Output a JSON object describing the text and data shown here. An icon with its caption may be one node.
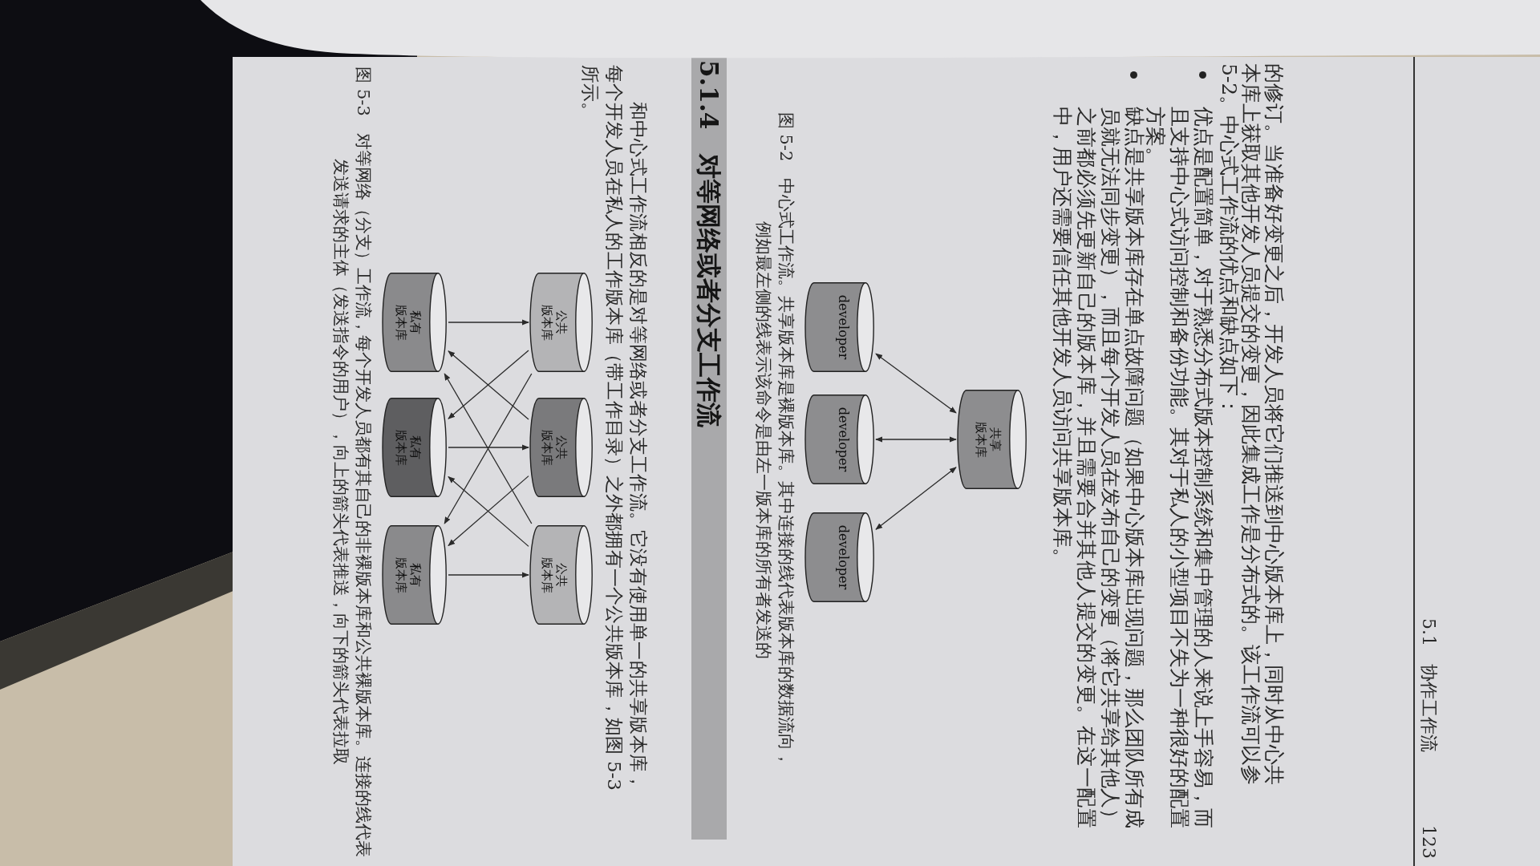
{
  "diagram": {
    "nodes": [
      {
        "text": [
          "共享版本库"
        ]
      },
      {
        "text": [
          "developer"
        ]
      },
      {
        "text": [
          "developer"
        ]
      },
      {
        "text": [
          "developer"
        ]
      },
      {
        "text": [
          "公共版本库"
        ]
      },
      {
        "text": [
          "公共版本库"
        ]
      },
      {
        "text": [
          "公共版本库"
        ]
      },
      {
        "text": [
          "私有版本库"
        ]
      },
      {
        "text": [
          "私有版本库"
        ]
      },
      {
        "text": [
          "私有版本库"
        ]
      }
    ],
    "edges": [
      {
        "from": 0,
        "to": 1,
        "arrow": "both"
      },
      {
        "from": 0,
        "to": 2,
        "arrow": "both"
      },
      {
        "from": 0,
        "to": 3,
        "arrow": "both"
      },
      {
        "from": 7,
        "to": 4,
        "arrow": "to"
      },
      {
        "from": 8,
        "to": 5,
        "arrow": "to"
      },
      {
        "from": 9,
        "to": 6,
        "arrow": "to"
      },
      {
        "from": 4,
        "to": 8,
        "arrow": "to"
      },
      {
        "from": 4,
        "to": 9,
        "arrow": "to"
      },
      {
        "from": 5,
        "to": 7,
        "arrow": "to"
      },
      {
        "from": 5,
        "to": 9,
        "arrow": "to"
      },
      {
        "from": 6,
        "to": 7,
        "arrow": "to"
      },
      {
        "from": 6,
        "to": 8,
        "arrow": "to"
      }
    ],
    "labels": [
      "5.1　协作工作流",
      "123",
      "的修订。当准备好变更之后，开发人员将它们推送到中心版本库上，同时从中心共",
      "本库上获取其他开发人员提交的变更，因此集成工作是分布式的。该工作流可以参",
      "5-2。中心式工作流的优点和缺点如下：",
      "优点是配置简单，对于熟悉分布式版本控制系统和集中管理的人来说上手容易，而且支持中心式访问控制和备份功能。其对于私人的小型项目不失为一种很好的配置方案。",
      "缺点是共享版本库存在单点故障问题（如果中心版本库出现问题，那么团队所有成员就无法同步变更），而且每个开发人员在发布自己的变更（将它共享给其他人）之前都必须先更新自己的版本库，并且需要合并其他人提交的变更。在这一配置中，用户还需要信任其他开发人员访问共享版本库。",
      "图 5-2　中心式工作流。共享版本库是裸版本库。其中连接的线代表版本库的数据流向，例如最左侧的线表示该命令是由左一版本库的所有者发送的",
      "5.1.4　对等网络或者分支工作流",
      "和中心式工作流相反的是对等网络或者分支工作流。它没有使用单一的共享版本库，每个开发人员在私人的工作版本库（带工作目录）之外都拥有一个公共版本库，如图 5-3 所示。",
      "图 5-3　对等网络（分支）工作流，每个开发人员都有其自己的非裸版本库和公共裸版本库。连接的线代表发送请求的主体（发送指令的用户），向上的箭头代表推送，向下的箭头代表拉取"
    ]
  }
}
